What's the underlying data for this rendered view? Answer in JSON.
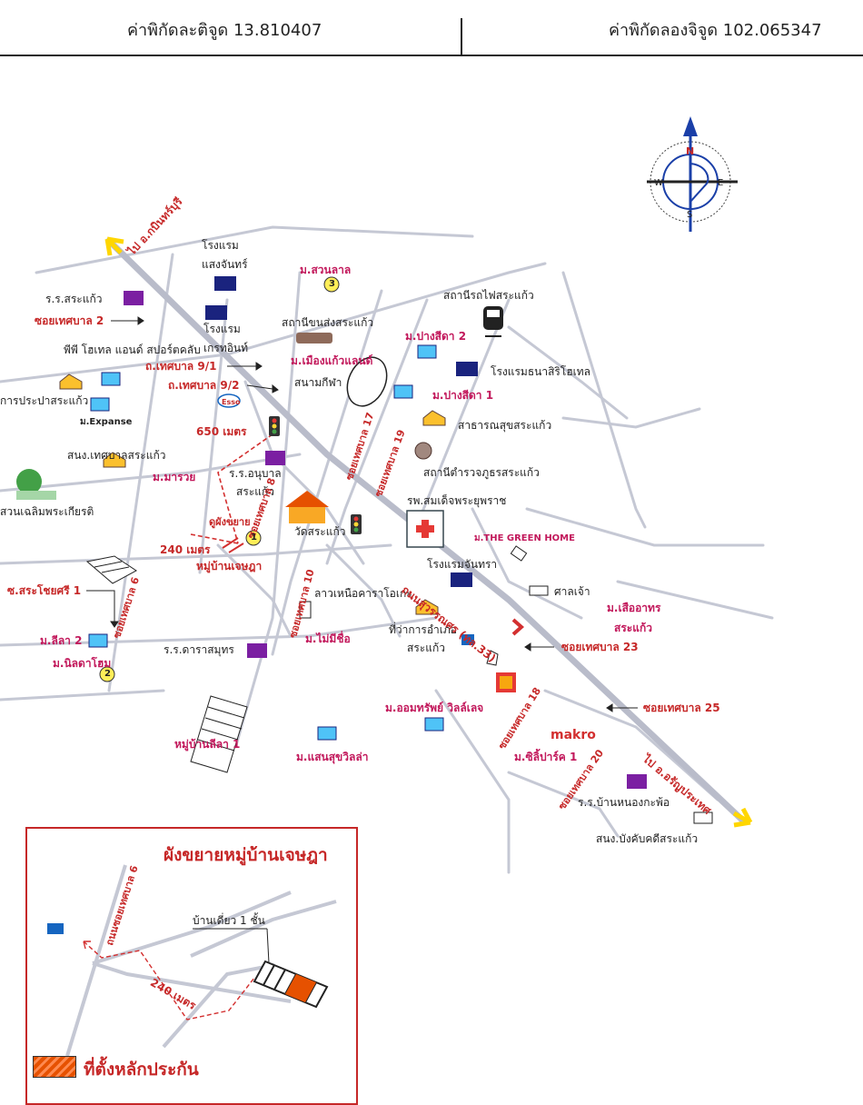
{
  "header": {
    "latitude": "ค่าพิกัดละติจูด 13.810407",
    "longitude": "ค่าพิกัดลองจิจูด 102.065347"
  },
  "compass": {
    "n": "N",
    "s": "S",
    "e": "E",
    "w": "W"
  },
  "labels": {
    "hotel_saengchan": "โรงแรม",
    "hotel_saengchan2": "แสงจันทร์",
    "hotel_kreethin": "โรงแรม",
    "hotel_kreethin2": "เกรทอินท์",
    "m_suanlan": "ม.สวนลาล",
    "school_sakaeo": "ร.ร.สระแก้ว",
    "soi_2": "ซอยเทศบาล 2",
    "to_kabin": "ไป อ.กบินทร์บุรี",
    "ppp_hotel": "พีพี โฮเทล แอนด์ สปอร์ตคลับ",
    "prapa": "การประปาสระแก้ว",
    "m_expanse": "ม.Expanse",
    "bus_station": "สถานีขนส่งสระแก้ว",
    "m_muangkaew": "ม.เมืองแก้วแลนด์",
    "road_91": "ถ.เทศบาล 9/1",
    "road_92": "ถ.เทศบาล 9/2",
    "esso": "Esso",
    "stadium": "สนามกีฬา",
    "train_station": "สถานีรถไฟสระแก้ว",
    "m_pangsida2": "ม.ปางสีดา 2",
    "hotel_thana": "โรงแรมธนาสิริโฮเทล",
    "m_pangsida1": "ม.ปางสีดา 1",
    "public_health": "สาธารณสุขสระแก้ว",
    "police": "สถานีตำรวจภูธรสระแก้ว",
    "m650": "650 เมตร",
    "sno_tessaban": "สนง.เทศบาลสระแก้ว",
    "m_marawai": "ม.มารวย",
    "school_anuban": "ร.ร.อนุบาล",
    "school_anuban2": "สระแก้ว",
    "park": "สวนเฉลิมพระเกียรติ",
    "hospital": "รพ.สมเด็จพระยุพราช",
    "expand_map": "ดูผังขยาย",
    "wat": "วัดสระแก้ว",
    "m240": "240 เมตร",
    "village": "หมู่บ้านเจษฎา",
    "m_greenhome": "ม.THE GREEN HOME",
    "hotel_chantra": "โรงแรมจันทรา",
    "sarn_jao": "ศาลเจ้า",
    "sarai1": "ซ.สระโชยศรี 1",
    "karaoke": "ลาวเหนือคาราโอเกะ",
    "m_suea": "ม.เสืออาทร",
    "m_suea2": "สระแก้ว",
    "m_maimeesue": "ม.ไม่มีชื่อ",
    "district": "ที่ว่าการอำเภอ",
    "district2": "สระแก้ว",
    "soi_23": "ซอยเทศบาล 23",
    "m_lila2": "ม.ลีลา 2",
    "m_nilada": "ม.นิลดาโฮม",
    "school_dara": "ร.ร.ดาราสมุทร",
    "suwannason": "ถนนสุวรรณศร (ทล.33)",
    "m_omsap": "ม.ออมทรัพย์ วิลล์เลจ",
    "soi_25": "ซอยเทศบาล 25",
    "makro": "makro",
    "m_sanesuk": "ม.แสนสุขวิลล่า",
    "m_sili": "ม.ซิลิ้ปาร์ค 1",
    "village_lila1": "หมู่บ้านลีลา 1",
    "to_aranya": "ไป อ.อรัญประเทศ",
    "school_nongkapo": "ร.ร.บ้านหนองกะพ้อ",
    "sno_bangkhab": "สนง.บังคับคดีสระแก้ว",
    "soi_6": "ซอยเทศบาล 6",
    "soi_8": "ซอยเทศบาล 8",
    "soi_10": "ซอยเทศบาล 10",
    "soi_17": "ซอยเทศบาล 17",
    "soi_19": "ซอยเทศบาล 19",
    "soi_18": "ซอยเทศบาล 18",
    "soi_20": "ซอยเทศบาล 20",
    "badge1": "1",
    "badge2": "2",
    "badge3": "3"
  },
  "inset": {
    "title": "ผังขยายหมู่บ้านเจษฎา",
    "road": "ถนนซอยเทศบาล 6",
    "house": "บ้านเดี่ยว 1 ชั้น",
    "distance": "240 เมตร",
    "legend": "ที่ตั้งหลักประกัน"
  },
  "colors": {
    "road": "#c5c8d4",
    "main_road": "#b9bcca",
    "route": "#d32f2f",
    "pink_label": "#c2185b",
    "red_label": "#c62828",
    "compass": "#1a3fa8",
    "plot": "#e65100"
  }
}
